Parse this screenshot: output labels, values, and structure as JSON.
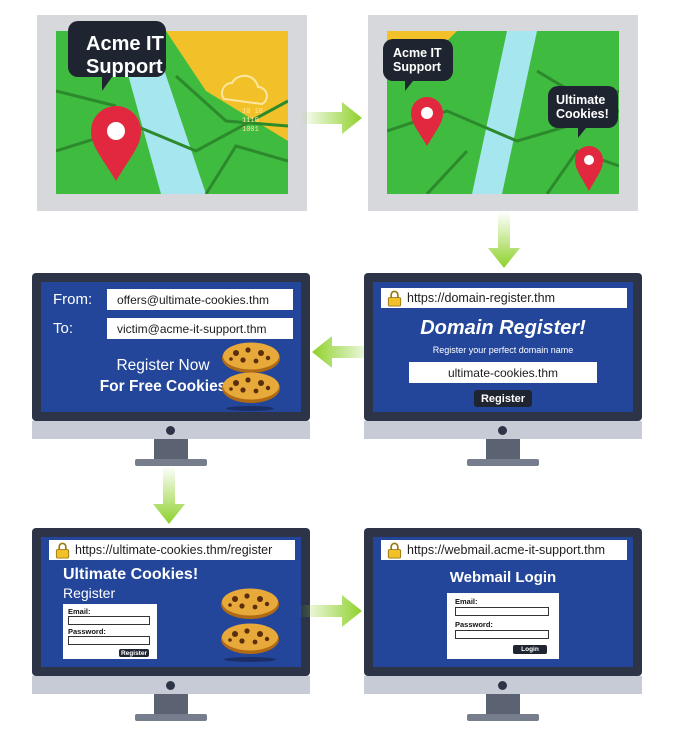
{
  "colors": {
    "screen_blue": "#23469a",
    "bezel": "#2d3447",
    "arrow_green": "#8ed12b",
    "map_green": "#3fbb3f",
    "map_yellow": "#f2c12a",
    "river": "#a6e6ee",
    "pin_red": "#e2283f"
  },
  "map1": {
    "bubble": "Acme IT\nSupport",
    "icons": [
      "weather-cloud-icon",
      "map-pin-icon"
    ]
  },
  "map2": {
    "bubble_1": "Acme IT\nSupport",
    "bubble_2": "Ultimate\nCookies!"
  },
  "domain_register": {
    "url": "https://domain-register.thm",
    "title": "Domain Register!",
    "subtitle": "Register your perfect domain name",
    "domain_value": "ultimate-cookies.thm",
    "button": "Register"
  },
  "email": {
    "from_label": "From:",
    "from_value": "offers@ultimate-cookies.thm",
    "to_label": "To:",
    "to_value": "victim@acme-it-support.thm",
    "line1": "Register Now",
    "line2": "For Free Cookies"
  },
  "cookies_register": {
    "url": "https://ultimate-cookies.thm/register",
    "title": "Ultimate Cookies!",
    "subtitle": "Register",
    "email_label": "Email:",
    "password_label": "Password:",
    "button": "Register"
  },
  "webmail": {
    "url": "https://webmail.acme-it-support.thm",
    "title": "Webmail Login",
    "email_label": "Email:",
    "password_label": "Password:",
    "button": "Login"
  }
}
